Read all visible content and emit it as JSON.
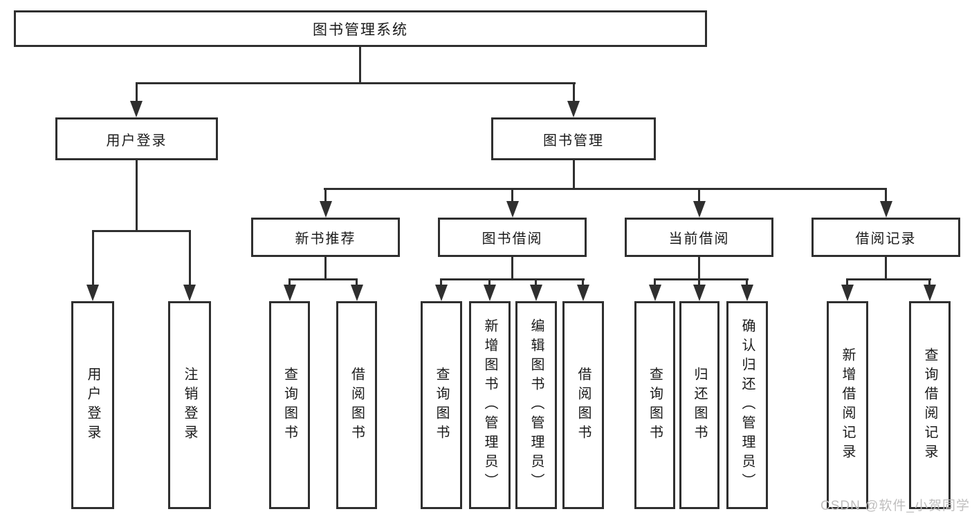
{
  "diagram": {
    "root": {
      "label": "图书管理系统"
    },
    "level2": [
      {
        "label": "用户登录"
      },
      {
        "label": "图书管理"
      }
    ],
    "level3": [
      {
        "label": "新书推荐"
      },
      {
        "label": "图书借阅"
      },
      {
        "label": "当前借阅"
      },
      {
        "label": "借阅记录"
      }
    ],
    "leaves": [
      {
        "label": "用户登录"
      },
      {
        "label": "注销登录"
      },
      {
        "label": "查询图书"
      },
      {
        "label": "借阅图书"
      },
      {
        "label": "查询图书"
      },
      {
        "label": "新增图书（管理员）"
      },
      {
        "label": "编辑图书（管理员）"
      },
      {
        "label": "借阅图书"
      },
      {
        "label": "查询图书"
      },
      {
        "label": "归还图书"
      },
      {
        "label": "确认归还（管理员）"
      },
      {
        "label": "新增借阅记录"
      },
      {
        "label": "查询借阅记录"
      }
    ]
  },
  "watermark": {
    "text": "CSDN @软件_小贺同学"
  },
  "colors": {
    "line": "#2f2f2f",
    "text": "#1a1a1a",
    "background": "#ffffff",
    "watermark": "#bfbebe"
  }
}
